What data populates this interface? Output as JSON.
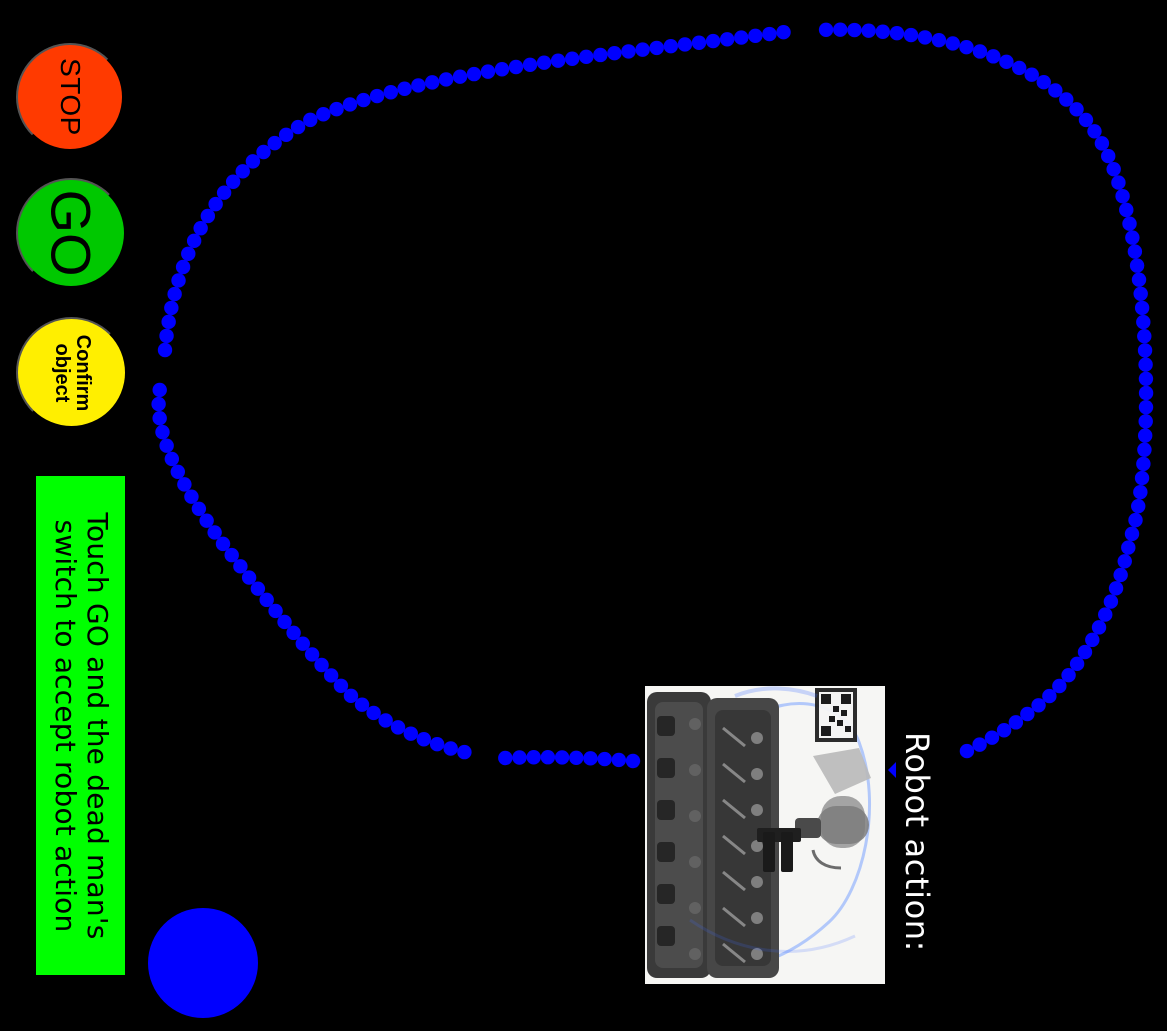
{
  "buttons": {
    "stop_label": "STOP",
    "go_label": "GO",
    "confirm_label": "Confirm object"
  },
  "instruction": {
    "text": "Touch GO and the dead man's switch to accept robot action"
  },
  "robot_action": {
    "label": "Robot action:"
  },
  "icons": {
    "preview": "robot-preview-image"
  },
  "colors": {
    "background": "#000000",
    "stop": "#ff3a00",
    "go": "#00c800",
    "confirm": "#ffef00",
    "instruction_bg": "#00ff00",
    "path": "#0000ff",
    "label": "#ffffff"
  }
}
